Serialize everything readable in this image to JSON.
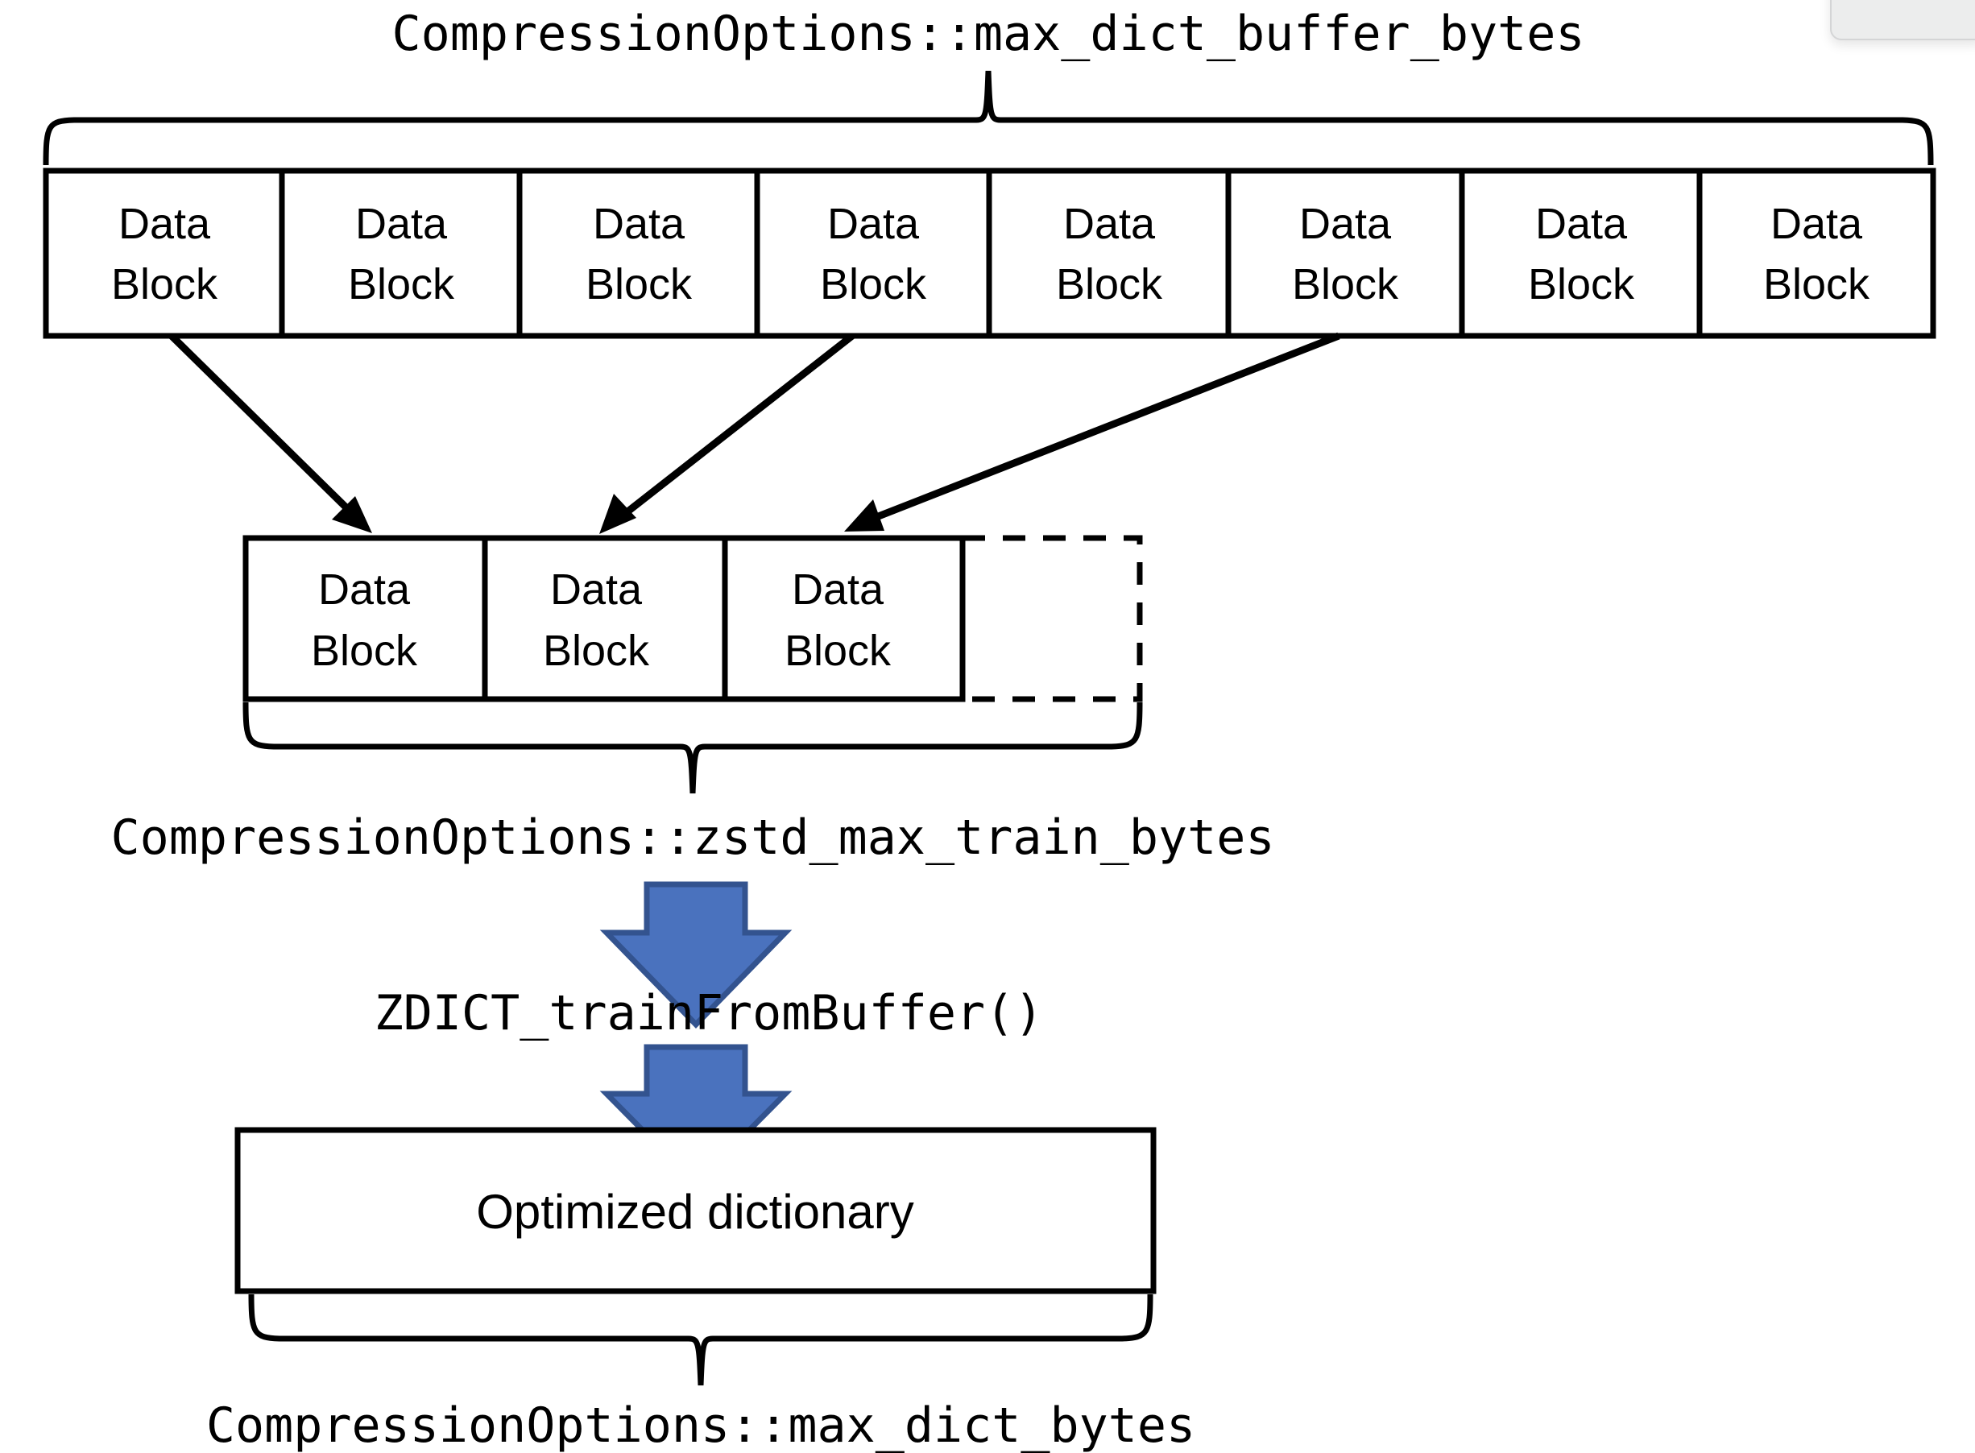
{
  "diagram": {
    "title_top": "CompressionOptions::max_dict_buffer_bytes",
    "label_mid": "CompressionOptions::zstd_max_train_bytes",
    "label_function": "ZDICT_trainFromBuffer()",
    "label_bottom": "CompressionOptions::max_dict_bytes",
    "dictionary_box_label": "Optimized dictionary",
    "block_line1": "Data",
    "block_line2": "Block",
    "top_row_blocks": [
      {
        "line1": "Data",
        "line2": "Block"
      },
      {
        "line1": "Data",
        "line2": "Block"
      },
      {
        "line1": "Data",
        "line2": "Block"
      },
      {
        "line1": "Data",
        "line2": "Block"
      },
      {
        "line1": "Data",
        "line2": "Block"
      },
      {
        "line1": "Data",
        "line2": "Block"
      },
      {
        "line1": "Data",
        "line2": "Block"
      },
      {
        "line1": "Data",
        "line2": "Block"
      }
    ],
    "sample_row_blocks": [
      {
        "line1": "Data",
        "line2": "Block"
      },
      {
        "line1": "Data",
        "line2": "Block"
      },
      {
        "line1": "Data",
        "line2": "Block"
      }
    ],
    "sample_row_empty_slots": 1,
    "arrow_count": 3,
    "colors": {
      "stroke": "#000000",
      "background": "#ffffff",
      "blue_arrow_fill": "#4A72BE",
      "blue_arrow_stroke": "#33538F"
    }
  }
}
